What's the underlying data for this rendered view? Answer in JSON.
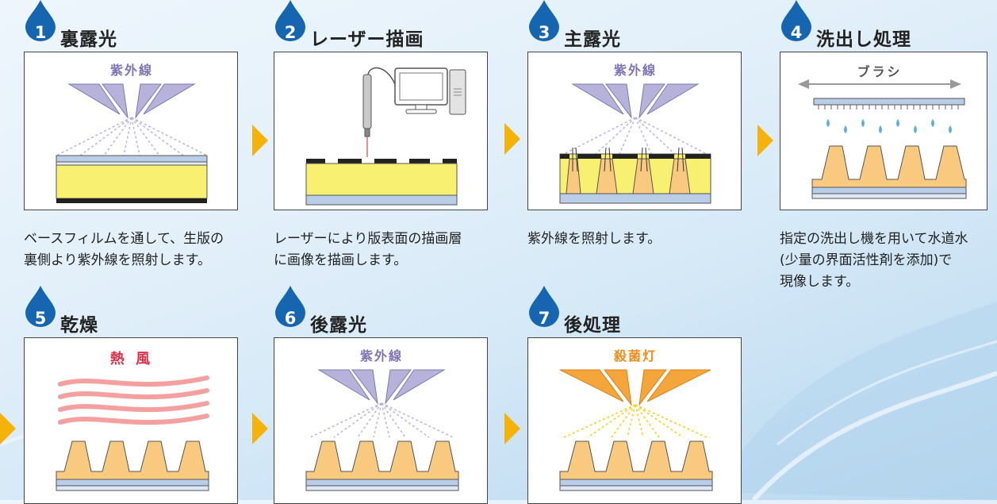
{
  "steps": [
    {
      "num": "1",
      "title": "裏露光",
      "label": "紫外線",
      "caption": [
        "ベースフィルムを通して、生版の",
        "裏側より紫外線を照射します。"
      ]
    },
    {
      "num": "2",
      "title": "レーザー描画",
      "caption": [
        "レーザーにより版表面の描画層",
        "に画像を描画します。"
      ]
    },
    {
      "num": "3",
      "title": "主露光",
      "label": "紫外線",
      "caption": [
        "紫外線を照射します。"
      ]
    },
    {
      "num": "4",
      "title": "洗出し処理",
      "label": "ブラシ",
      "caption": [
        "指定の洗出し機を用いて水道水",
        "(少量の界面活性剤を添加)で",
        "現像します。"
      ]
    },
    {
      "num": "5",
      "title": "乾燥",
      "label": "熱 風"
    },
    {
      "num": "6",
      "title": "後露光",
      "label": "紫外線"
    },
    {
      "num": "7",
      "title": "後処理",
      "label": "殺菌灯"
    }
  ],
  "colors": {
    "drop": "#1565b0",
    "uv": "#b6b2da",
    "uv_stroke": "#7d78b8",
    "uv_text": "#7d75b8",
    "heat_text": "#e0304a",
    "heat": "#f5a0a0",
    "germ_text": "#f08c18",
    "germ": "#f5a63a",
    "germ_ray": "#f6d020",
    "plate": "#f8c97e",
    "plate_stroke": "#555",
    "film": "#b9cde6",
    "yellow": "#f8f070",
    "arrow": "#f5b30a"
  }
}
